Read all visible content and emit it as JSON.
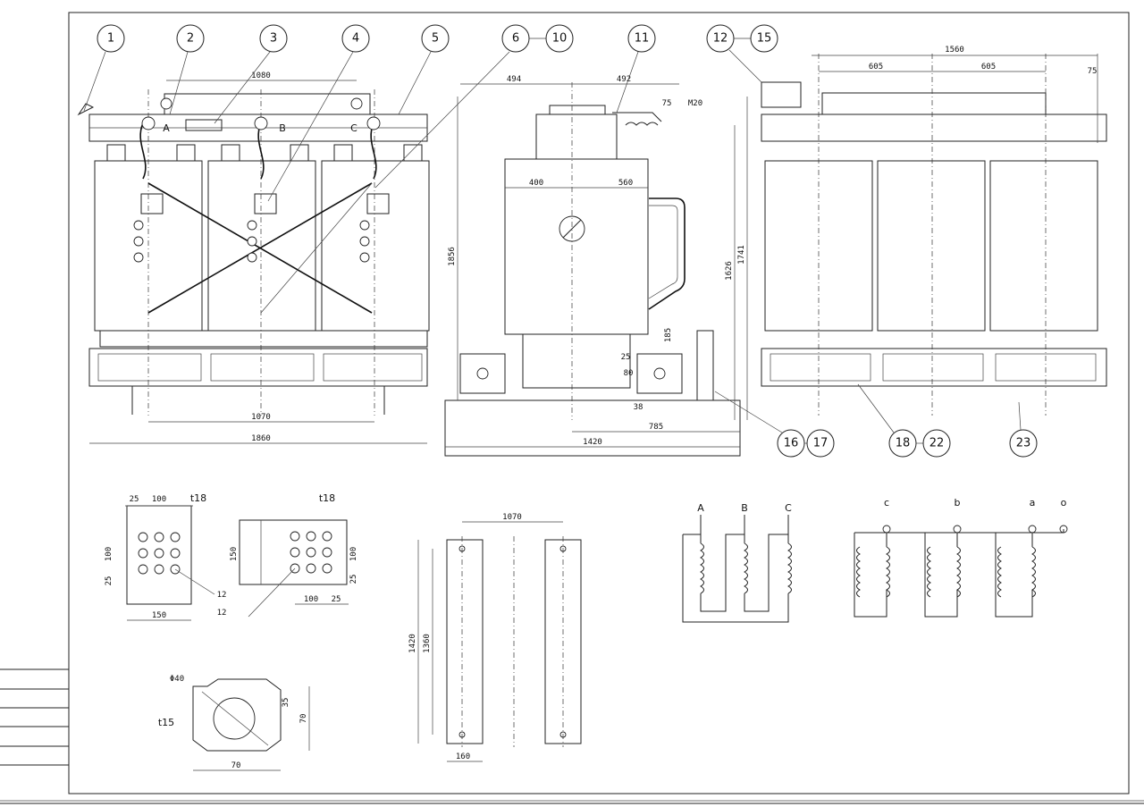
{
  "callouts": {
    "c1": "1",
    "c2": "2",
    "c3": "3",
    "c4": "4",
    "c5": "5",
    "c6": "6",
    "c10": "10",
    "c11": "11",
    "c12": "12",
    "c15": "15",
    "c16": "16",
    "c17": "17",
    "c18": "18",
    "c22": "22",
    "c23": "23"
  },
  "front_view": {
    "dim_top": "1080",
    "dim_bottom1": "1070",
    "dim_bottom2": "1860",
    "phase_marks": [
      "A",
      "B",
      "C"
    ]
  },
  "side_view": {
    "dim_494": "494",
    "dim_492": "492",
    "dim_75": "75",
    "dim_m20": "M20",
    "dim_400": "400",
    "dim_560": "560",
    "dim_1856": "1856",
    "dim_1626": "1626",
    "dim_1741": "1741",
    "dim_185": "185",
    "dim_25": "25",
    "dim_80": "80",
    "dim_38": "38",
    "dim_785": "785",
    "dim_1420": "1420"
  },
  "rear_view": {
    "dim_1560": "1560",
    "dim_605a": "605",
    "dim_605b": "605",
    "dim_75": "75"
  },
  "plate1": {
    "d25": "25",
    "d100": "100",
    "thk": "t18",
    "d100v": "100",
    "d25v": "25",
    "d150": "150",
    "d12": "12"
  },
  "plate2": {
    "thk": "t18",
    "d150": "150",
    "d100v": "100",
    "d25v": "25",
    "d100": "100",
    "d25": "25",
    "d12": "12"
  },
  "rails": {
    "d1070": "1070",
    "d1420": "1420",
    "d1360": "1360",
    "d160": "160"
  },
  "pad": {
    "phi": "Φ40",
    "thk": "t15",
    "d35": "35",
    "d70v": "70",
    "d70": "70"
  },
  "schematic": {
    "hv": [
      "A",
      "B",
      "C"
    ],
    "lv": [
      "c",
      "b",
      "a",
      "o"
    ]
  }
}
